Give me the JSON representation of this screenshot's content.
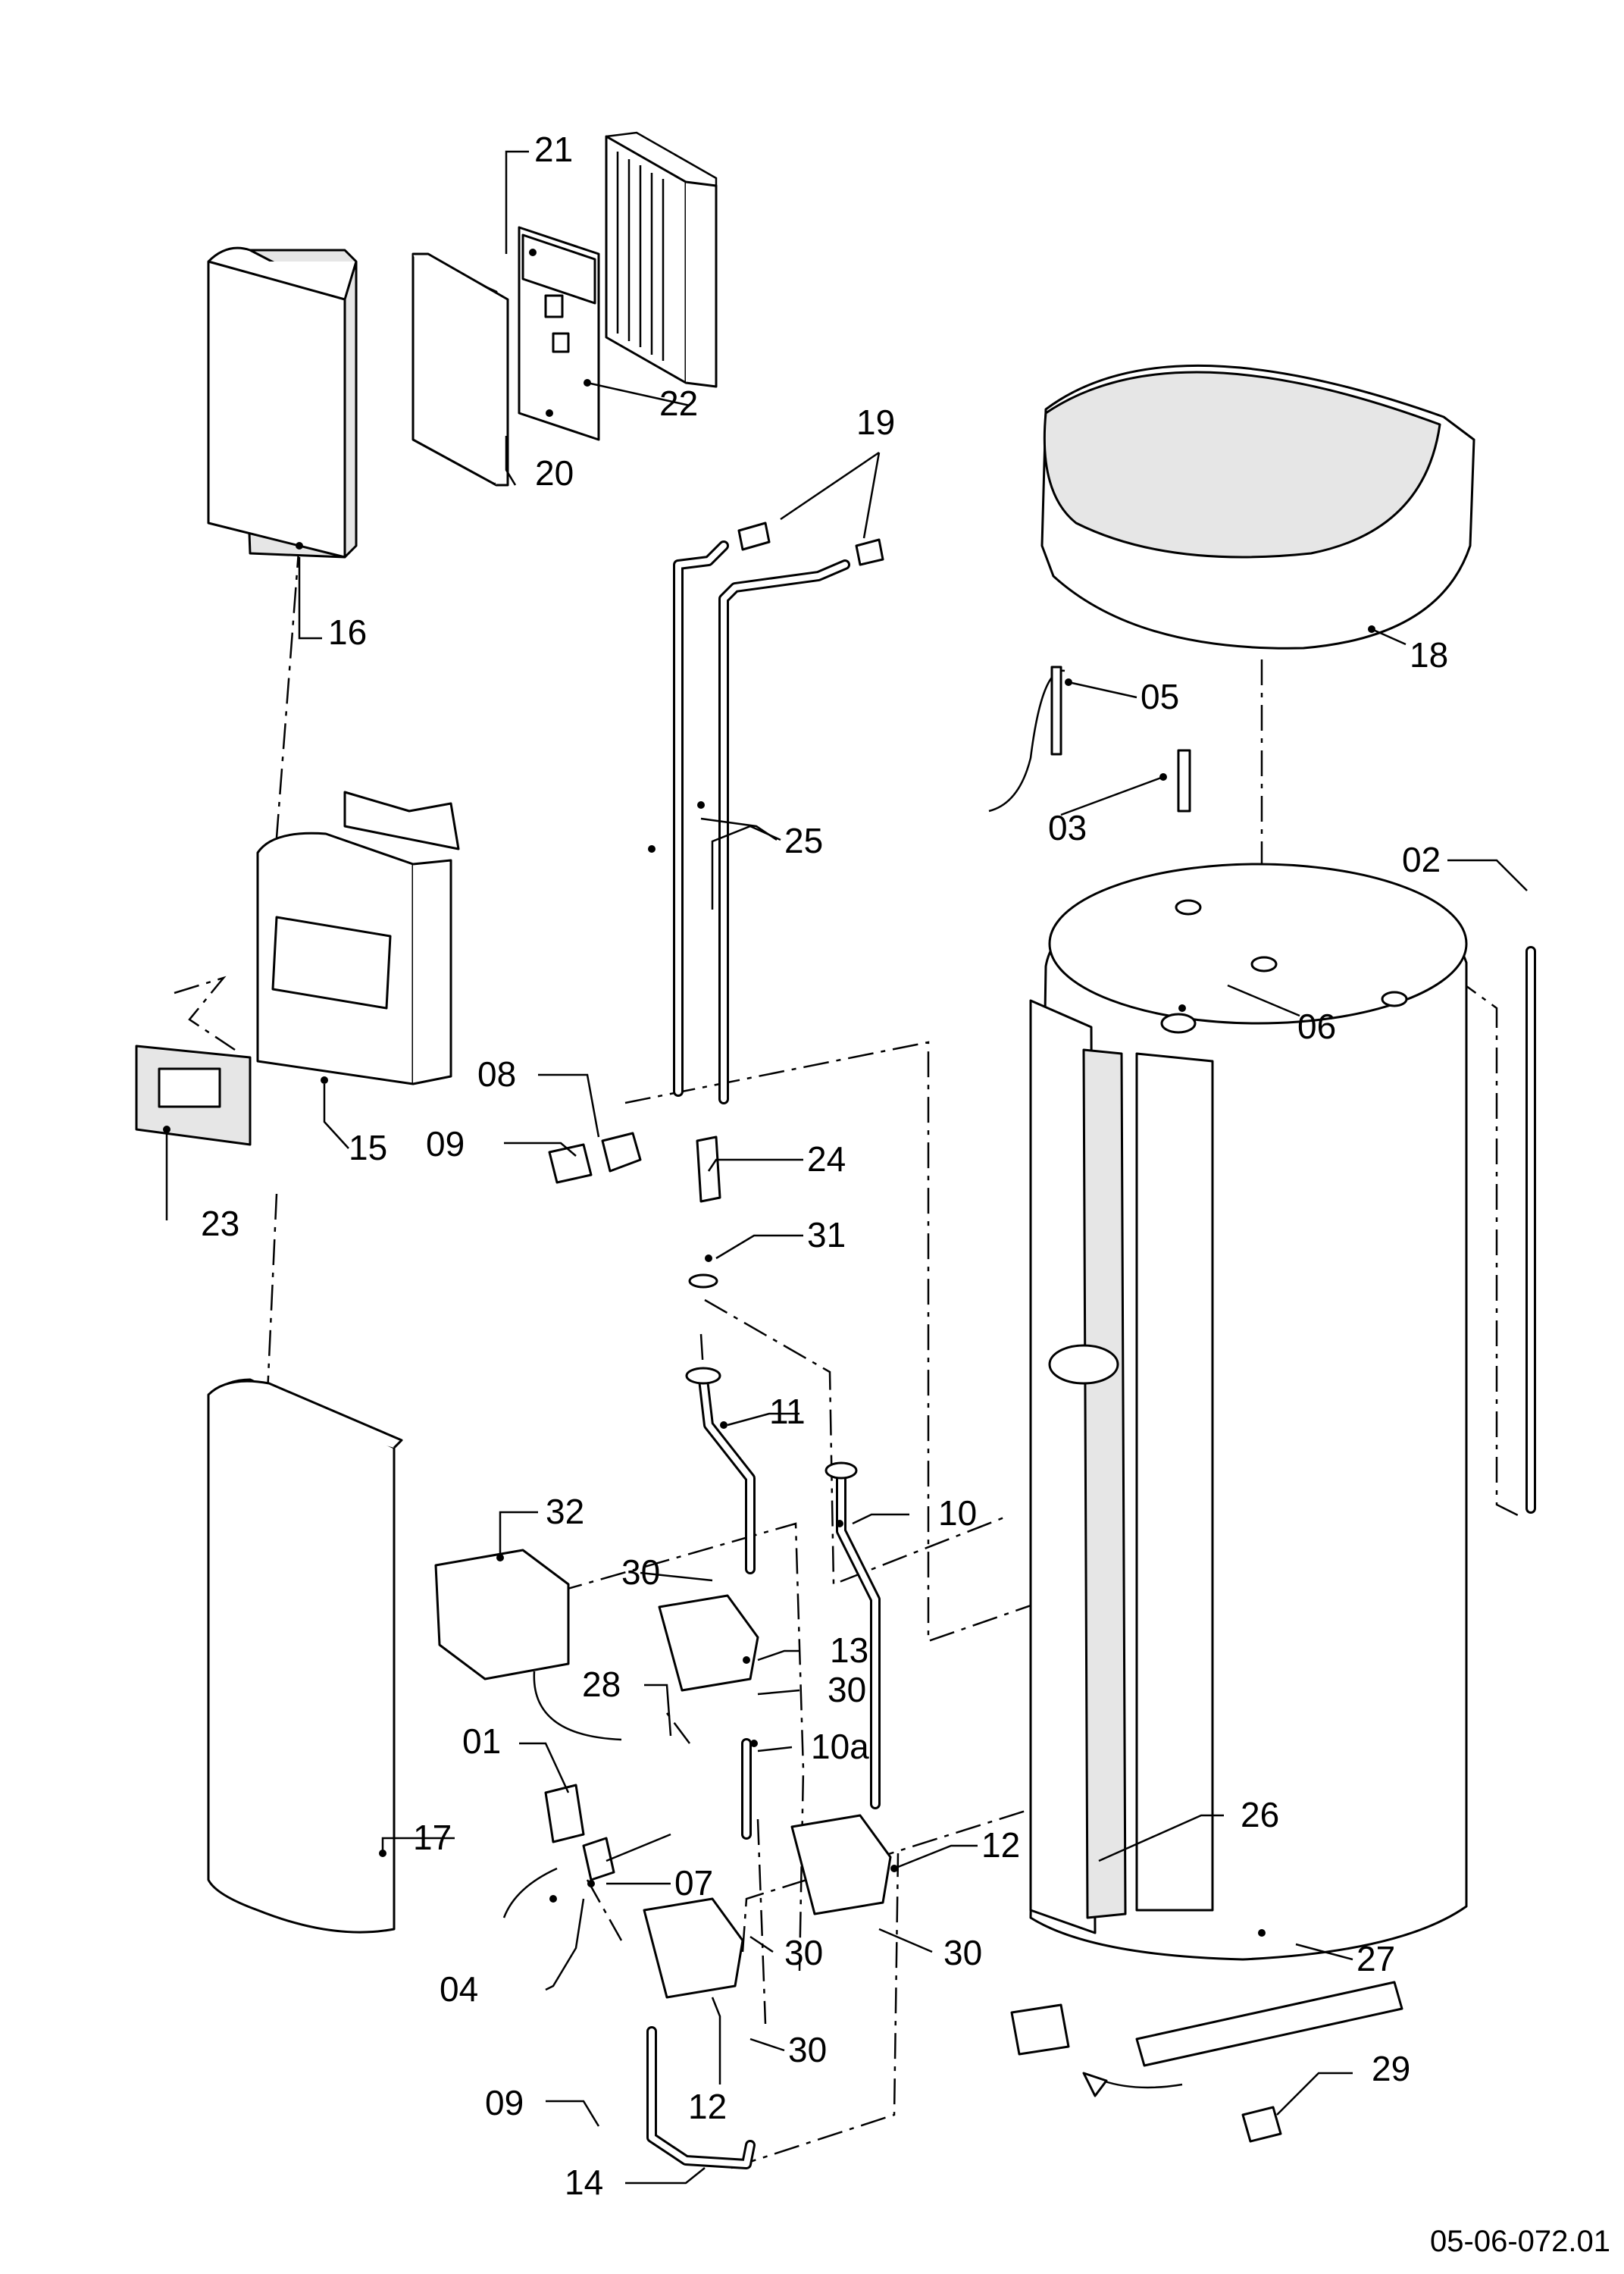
{
  "drawing_code": "05-06-072.01",
  "callouts": {
    "c01": "01",
    "c02": "02",
    "c03": "03",
    "c04": "04",
    "c05": "05",
    "c06": "06",
    "c07": "07",
    "c08": "08",
    "c09a": "09",
    "c09b": "09",
    "c10": "10",
    "c10a": "10a",
    "c11": "11",
    "c12a": "12",
    "c12b": "12",
    "c13": "13",
    "c14": "14",
    "c15": "15",
    "c16": "16",
    "c17": "17",
    "c18": "18",
    "c19": "19",
    "c20": "20",
    "c21": "21",
    "c22": "22",
    "c23": "23",
    "c24": "24",
    "c25": "25",
    "c26": "26",
    "c27": "27",
    "c28": "28",
    "c29": "29",
    "c30a": "30",
    "c30b": "30",
    "c30c": "30",
    "c30d": "30",
    "c30e": "30",
    "c31": "31",
    "c32": "32"
  }
}
